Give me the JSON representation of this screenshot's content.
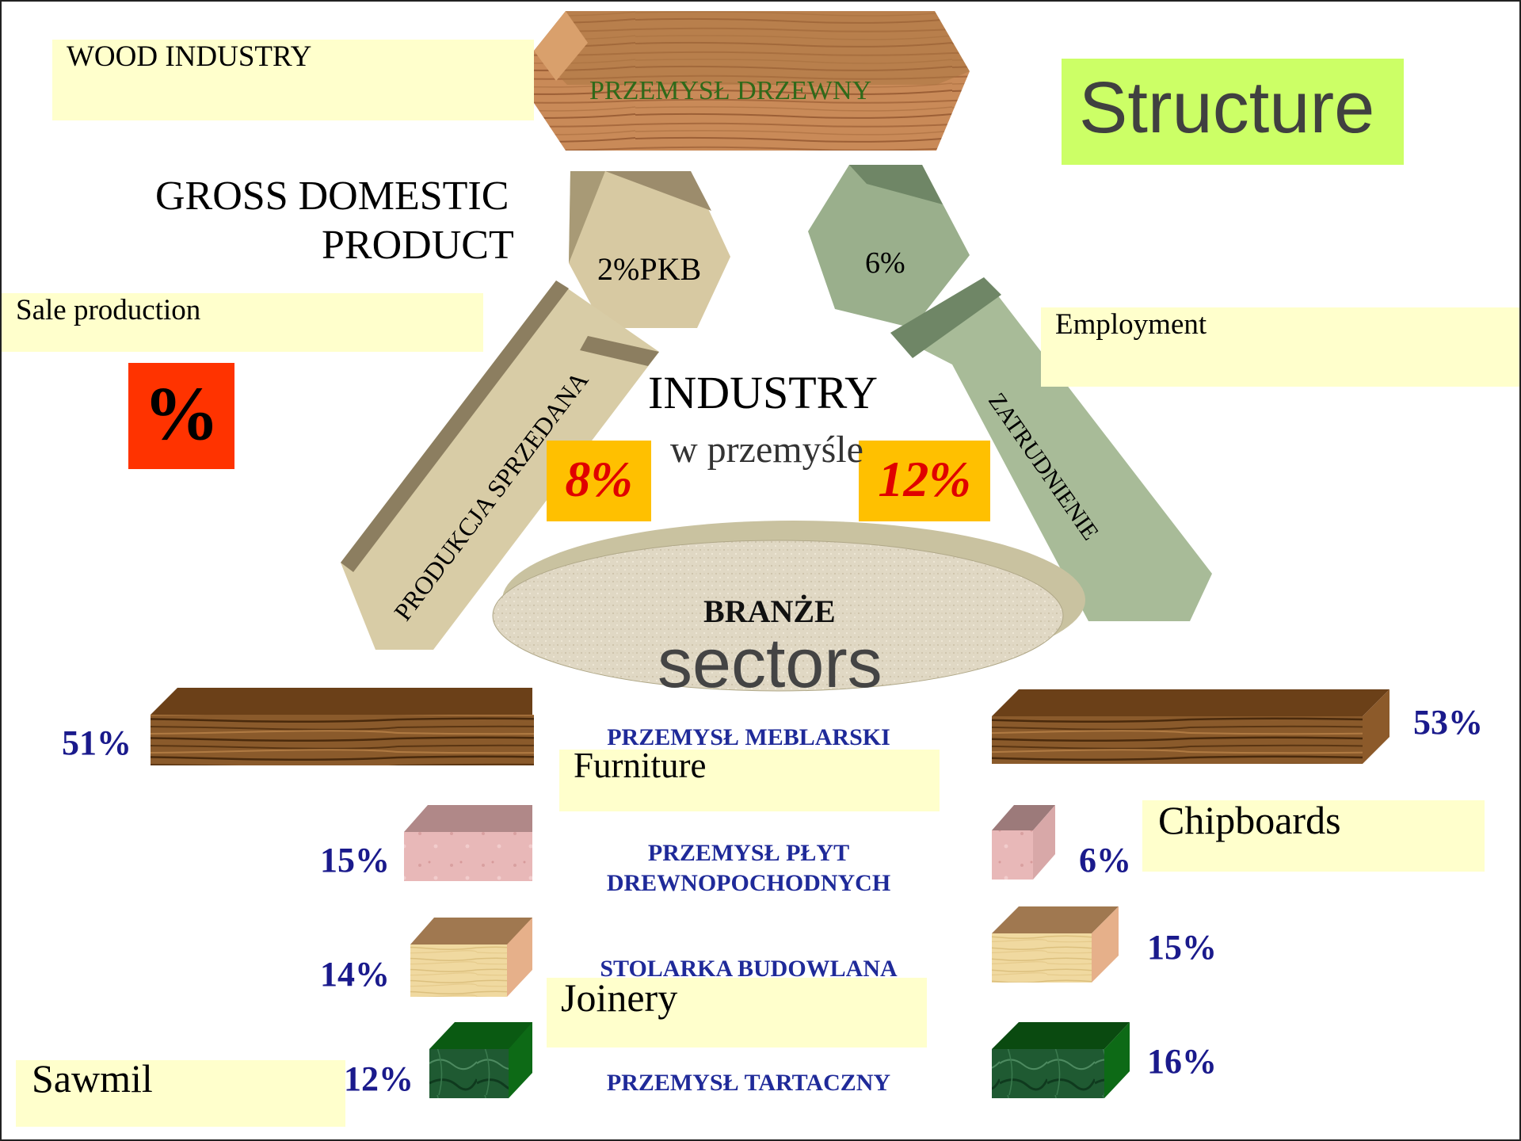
{
  "header": {
    "wood_industry_en": "WOOD INDUSTRY",
    "wood_industry_pl": "PRZEMYSŁ DRZEWNY",
    "structure": "Structure"
  },
  "gdp": {
    "label_line1": "GROSS DOMESTIC",
    "label_line2": "PRODUCT",
    "value": "2%PKB"
  },
  "employment": {
    "label_en": "Employment",
    "value": "6%",
    "beam_label": "ZATRUDNIENIE",
    "industry_value": "12%"
  },
  "sales": {
    "label_en": "Sale production",
    "percent_symbol": "%",
    "beam_label": "PRODUKCJA SPRZEDANA",
    "industry_value": "8%"
  },
  "industry": {
    "label_en": "INDUSTRY",
    "label_pl": "w przemyśle"
  },
  "branches": {
    "label_pl": "BRANŻE",
    "label_en": "sectors"
  },
  "sectors": [
    {
      "name_pl": "PRZEMYSŁ MEBLARSKI",
      "name_en": "Furniture",
      "sales": "51%",
      "employment": "53%"
    },
    {
      "name_pl_line1": "PRZEMYSŁ PŁYT",
      "name_pl_line2": "DREWNOPOCHODNYCH",
      "name_en": "Chipboards",
      "sales": "15%",
      "employment": "6%"
    },
    {
      "name_pl": "STOLARKA BUDOWLANA",
      "name_en": "Joinery",
      "sales": "14%",
      "employment": "15%"
    },
    {
      "name_pl": "PRZEMYSŁ TARTACZNY",
      "name_en": "Sawmil",
      "sales": "12%",
      "employment": "16%"
    }
  ],
  "colors": {
    "note_yellow": "#ffffcc",
    "structure_green": "#ccff66",
    "percent_red": "#ff3300",
    "highlight_orange": "#ffc000",
    "highlight_text_red": "#e00000",
    "sector_blue": "#1f2a99"
  }
}
